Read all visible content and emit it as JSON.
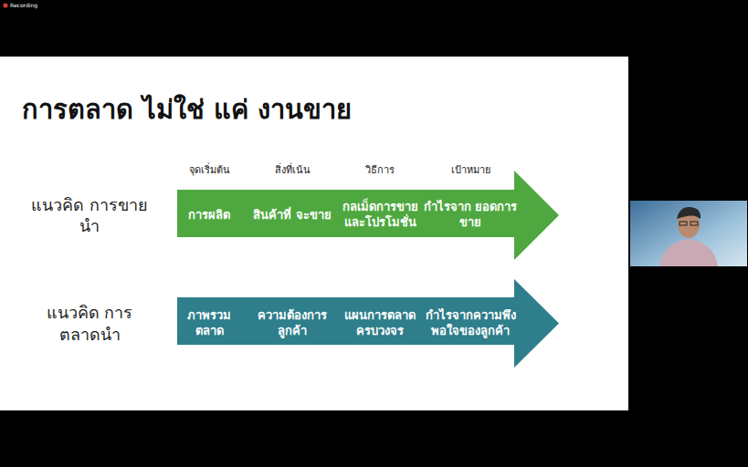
{
  "diagram": {
    "title": "การตลาด ไม่ใช่ แค่ งานขาย",
    "nodes": [
      {
        "text": [
          "แนวคิด การขายนำ",
          "การผลิต",
          "สินค้าที่ จะขาย",
          "กลเม็ดการขาย และโปรโมชั่น",
          "กำไรจาก ยอดการขาย"
        ]
      },
      {
        "text": [
          "แนวคิด การตลาดนำ",
          "ภาพรวม ตลาด",
          "ความต้องการ ลูกค้า",
          "แผนการตลาด ครบวงจร",
          "กำไรจากความพึง พอใจของลูกค้า"
        ]
      }
    ],
    "labels": [
      "Recording",
      "จุดเริ่มต้น",
      "สิ่งที่เน้น",
      "วิธีการ",
      "เป้าหมาย"
    ]
  }
}
